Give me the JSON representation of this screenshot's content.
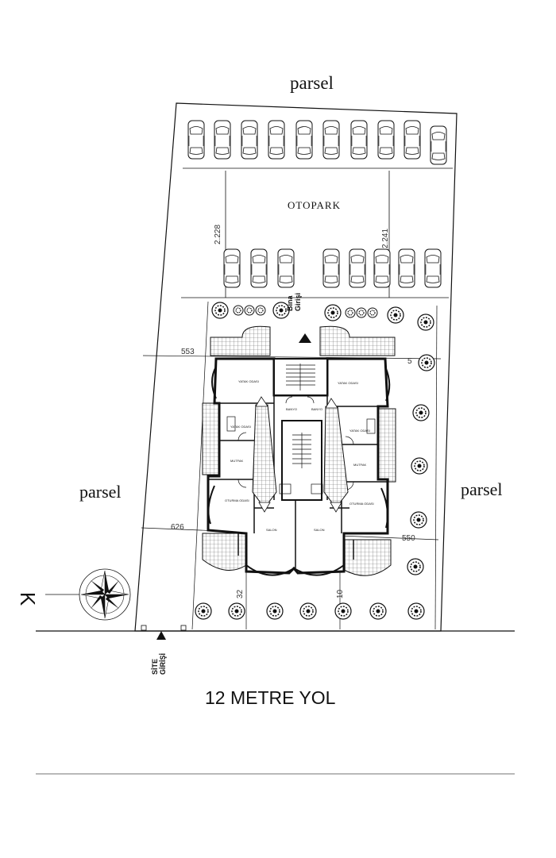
{
  "labels": {
    "parcel_top": "parsel",
    "parcel_left": "parsel",
    "parcel_right": "parsel",
    "parking": "OTOPARK",
    "road": "12 METRE YOL",
    "north_letter": "K",
    "building_entrance_line1": "Bina",
    "building_entrance_line2": "Girişi",
    "site_entrance_line1": "SİTE",
    "site_entrance_line2": "GİRİŞİ"
  },
  "dimensions": {
    "d1": "2.228",
    "d2": "2.241",
    "d3": "553",
    "d4": "5",
    "d5": "626",
    "d6": "550",
    "d7": "32",
    "d8": "10"
  },
  "rooms": {
    "r1": "YATAK ODASI",
    "r2": "YATAK ODASI",
    "r3": "YATAK ODASI",
    "r4": "YATAK ODASI",
    "r5": "MUTFAK",
    "r6": "MUTFAK",
    "r7": "SALON",
    "r8": "SALON",
    "r9": "BANYO",
    "r10": "BANYO",
    "r11": "OTURMA ODASI",
    "r12": "OTURMA ODASI"
  },
  "colors": {
    "line": "#111111",
    "hatch": "#555555"
  }
}
